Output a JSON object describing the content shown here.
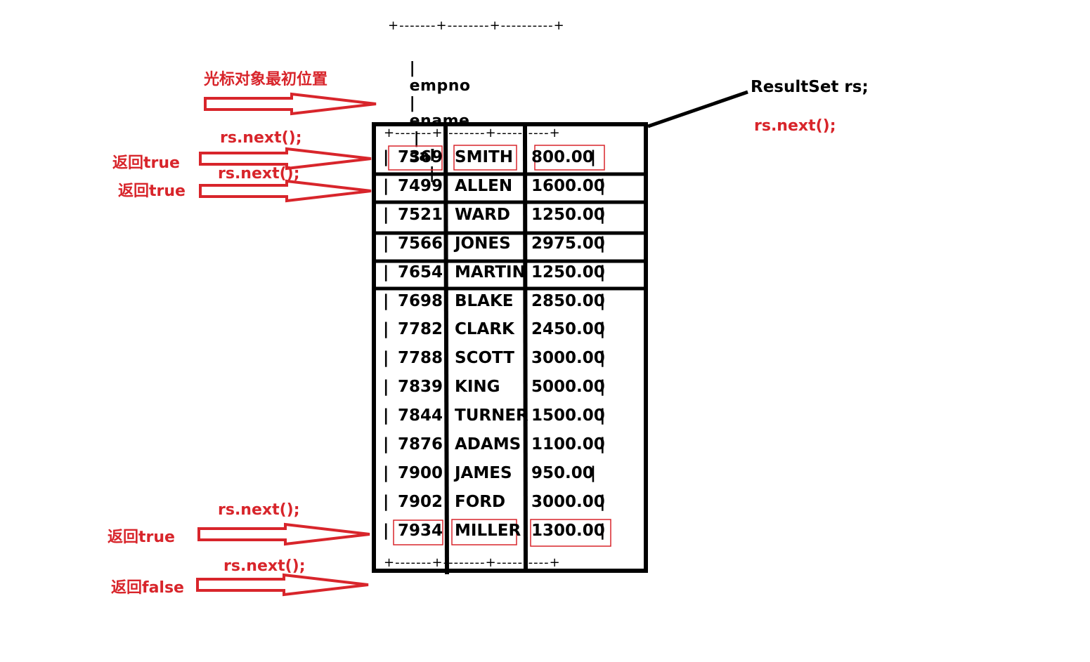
{
  "top_border": "+-------+--------+----------+",
  "header": {
    "pipe": "|",
    "empno": "empno",
    "ename": "ename",
    "sal": "sal"
  },
  "cursor_note": "光标对象最初位置",
  "resultset_label": "ResultSet rs;",
  "rs_next_side": "rs.next();",
  "table_border": "+-------+--------+----------+",
  "rows": [
    {
      "empno": "7369",
      "ename": "SMITH",
      "sal": "800.00"
    },
    {
      "empno": "7499",
      "ename": "ALLEN",
      "sal": "1600.00"
    },
    {
      "empno": "7521",
      "ename": "WARD",
      "sal": "1250.00"
    },
    {
      "empno": "7566",
      "ename": "JONES",
      "sal": "2975.00"
    },
    {
      "empno": "7654",
      "ename": "MARTIN",
      "sal": "1250.00"
    },
    {
      "empno": "7698",
      "ename": "BLAKE",
      "sal": "2850.00"
    },
    {
      "empno": "7782",
      "ename": "CLARK",
      "sal": "2450.00"
    },
    {
      "empno": "7788",
      "ename": "SCOTT",
      "sal": "3000.00"
    },
    {
      "empno": "7839",
      "ename": "KING",
      "sal": "5000.00"
    },
    {
      "empno": "7844",
      "ename": "TURNER",
      "sal": "1500.00"
    },
    {
      "empno": "7876",
      "ename": "ADAMS",
      "sal": "1100.00"
    },
    {
      "empno": "7900",
      "ename": "JAMES",
      "sal": "950.00"
    },
    {
      "empno": "7902",
      "ename": "FORD",
      "sal": "3000.00"
    },
    {
      "empno": "7934",
      "ename": "MILLER",
      "sal": "1300.00"
    }
  ],
  "annotations": [
    {
      "call": "rs.next();",
      "result": "返回true"
    },
    {
      "call": "rs.next();",
      "result": "返回true"
    },
    {
      "call": "rs.next();",
      "result": "返回true"
    },
    {
      "call": "rs.next();",
      "result": "返回false"
    }
  ],
  "colors": {
    "annotation_red": "#d8252b",
    "table_black": "#000000",
    "highlight_red": "#d8252b"
  }
}
